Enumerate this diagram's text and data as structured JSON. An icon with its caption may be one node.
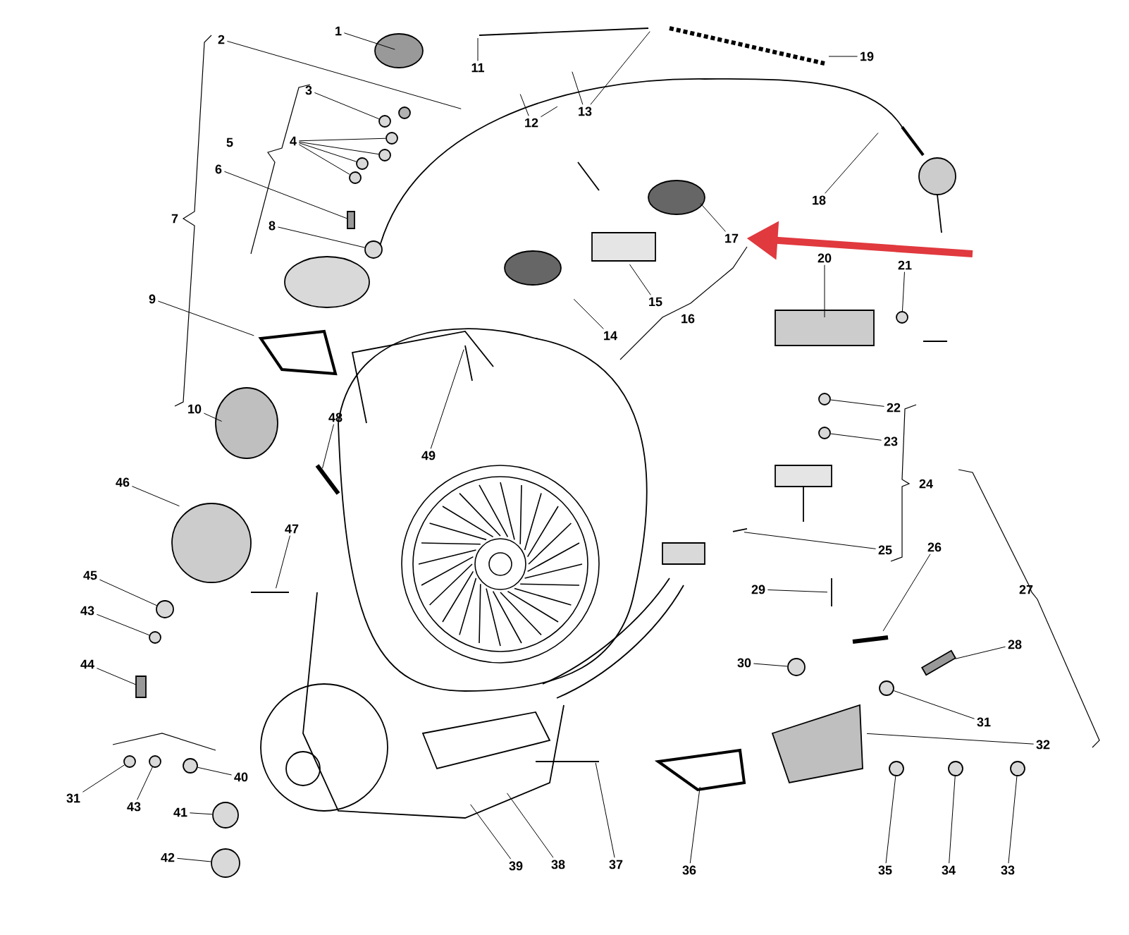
{
  "diagram": {
    "nodes": [
      {
        "text": [
          "1"
        ]
      },
      {
        "text": [
          "2"
        ]
      },
      {
        "text": [
          "3"
        ]
      },
      {
        "text": [
          "4"
        ]
      },
      {
        "text": [
          "5"
        ]
      },
      {
        "text": [
          "6"
        ]
      },
      {
        "text": [
          "7"
        ]
      },
      {
        "text": [
          "8"
        ]
      },
      {
        "text": [
          "9"
        ]
      },
      {
        "text": [
          "10"
        ]
      },
      {
        "text": [
          "11"
        ]
      },
      {
        "text": [
          "12"
        ]
      },
      {
        "text": [
          "13"
        ]
      },
      {
        "text": [
          "14"
        ]
      },
      {
        "text": [
          "15"
        ]
      },
      {
        "text": [
          "16"
        ]
      },
      {
        "text": [
          "17"
        ]
      },
      {
        "text": [
          "18"
        ]
      },
      {
        "text": [
          "19"
        ]
      },
      {
        "text": [
          "20"
        ]
      },
      {
        "text": [
          "21"
        ]
      },
      {
        "text": [
          "22"
        ]
      },
      {
        "text": [
          "23"
        ]
      },
      {
        "text": [
          "24"
        ]
      },
      {
        "text": [
          "25"
        ]
      },
      {
        "text": [
          "26"
        ]
      },
      {
        "text": [
          "27"
        ]
      },
      {
        "text": [
          "28"
        ]
      },
      {
        "text": [
          "29"
        ]
      },
      {
        "text": [
          "30"
        ]
      },
      {
        "text": [
          "31"
        ]
      },
      {
        "text": [
          "32"
        ]
      },
      {
        "text": [
          "33"
        ]
      },
      {
        "text": [
          "34"
        ]
      },
      {
        "text": [
          "35"
        ]
      },
      {
        "text": [
          "36"
        ]
      },
      {
        "text": [
          "37"
        ]
      },
      {
        "text": [
          "38"
        ]
      },
      {
        "text": [
          "39"
        ]
      },
      {
        "text": [
          "40"
        ]
      },
      {
        "text": [
          "41"
        ]
      },
      {
        "text": [
          "42"
        ]
      },
      {
        "text": [
          "43"
        ]
      },
      {
        "text": [
          "44"
        ]
      },
      {
        "text": [
          "45"
        ]
      },
      {
        "text": [
          "46"
        ]
      },
      {
        "text": [
          "47"
        ]
      },
      {
        "text": [
          "48"
        ]
      },
      {
        "text": [
          "49"
        ]
      },
      {
        "text": [
          "31"
        ]
      },
      {
        "text": [
          "43"
        ]
      },
      {
        "text": [],
        "shape": "circle"
      },
      {
        "text": [],
        "shape": "circle"
      },
      {
        "text": [],
        "shape": "circle"
      },
      {
        "text": [],
        "shape": "circle"
      },
      {
        "text": [],
        "shape": "circle"
      },
      {
        "text": [],
        "shape": "circle"
      },
      {
        "text": [],
        "shape": "circle"
      },
      {
        "text": [],
        "shape": "circle"
      },
      {
        "text": [],
        "shape": "circle"
      },
      {
        "text": [],
        "shape": "circle"
      },
      {
        "text": [],
        "shape": "circle"
      },
      {
        "text": [],
        "shape": "circle"
      },
      {
        "text": [],
        "shape": "circle"
      },
      {
        "text": [],
        "shape": "circle"
      },
      {
        "text": [],
        "shape": "circle"
      },
      {
        "text": [],
        "shape": "circle"
      },
      {
        "text": [],
        "shape": "circle"
      },
      {
        "text": [],
        "shape": "circle"
      },
      {
        "text": [],
        "shape": "circle"
      },
      {
        "text": [],
        "shape": "circle"
      },
      {
        "text": [],
        "shape": "circle"
      },
      {
        "text": [],
        "shape": "box"
      },
      {
        "text": [],
        "shape": "box"
      },
      {
        "text": [],
        "shape": "box"
      }
    ],
    "edges": [
      {
        "from": 0,
        "to": null,
        "arrow": "none"
      },
      {
        "from": 1,
        "to": null,
        "arrow": "none"
      },
      {
        "from": 2,
        "to": 51,
        "arrow": "none"
      },
      {
        "from": 3,
        "to": 52,
        "arrow": "none"
      },
      {
        "from": 3,
        "to": 53,
        "arrow": "none"
      },
      {
        "from": 3,
        "to": 54,
        "arrow": "none"
      },
      {
        "from": 3,
        "to": 55,
        "arrow": "none"
      },
      {
        "from": 5,
        "to": 72,
        "arrow": "none"
      },
      {
        "from": 7,
        "to": 56,
        "arrow": "none"
      },
      {
        "from": 8,
        "to": null,
        "arrow": "none"
      },
      {
        "from": 9,
        "to": null,
        "arrow": "none"
      },
      {
        "from": 10,
        "to": null,
        "arrow": "none"
      },
      {
        "from": 11,
        "to": null,
        "arrow": "none"
      },
      {
        "from": 11,
        "to": null,
        "arrow": "none"
      },
      {
        "from": 12,
        "to": null,
        "arrow": "none"
      },
      {
        "from": 12,
        "to": null,
        "arrow": "none"
      },
      {
        "from": 13,
        "to": null,
        "arrow": "none"
      },
      {
        "from": 14,
        "to": null,
        "arrow": "none"
      },
      {
        "from": 16,
        "to": null,
        "arrow": "none"
      },
      {
        "from": 17,
        "to": null,
        "arrow": "none"
      },
      {
        "from": 18,
        "to": null,
        "arrow": "none"
      },
      {
        "from": 19,
        "to": null,
        "arrow": "none"
      },
      {
        "from": 20,
        "to": 57,
        "arrow": "none"
      },
      {
        "from": 21,
        "to": 58,
        "arrow": "none"
      },
      {
        "from": 22,
        "to": 59,
        "arrow": "none"
      },
      {
        "from": 24,
        "to": null,
        "arrow": "none"
      },
      {
        "from": 25,
        "to": null,
        "arrow": "none"
      },
      {
        "from": 27,
        "to": 74,
        "arrow": "none"
      },
      {
        "from": 28,
        "to": null,
        "arrow": "none"
      },
      {
        "from": 29,
        "to": 60,
        "arrow": "none"
      },
      {
        "from": 30,
        "to": 61,
        "arrow": "none"
      },
      {
        "from": 31,
        "to": null,
        "arrow": "none"
      },
      {
        "from": 32,
        "to": 64,
        "arrow": "none"
      },
      {
        "from": 33,
        "to": 63,
        "arrow": "none"
      },
      {
        "from": 34,
        "to": 62,
        "arrow": "none"
      },
      {
        "from": 35,
        "to": null,
        "arrow": "none"
      },
      {
        "from": 36,
        "to": null,
        "arrow": "none"
      },
      {
        "from": 37,
        "to": null,
        "arrow": "none"
      },
      {
        "from": 38,
        "to": null,
        "arrow": "none"
      },
      {
        "from": 39,
        "to": 69,
        "arrow": "none"
      },
      {
        "from": 40,
        "to": 70,
        "arrow": "none"
      },
      {
        "from": 41,
        "to": 71,
        "arrow": "none"
      },
      {
        "from": 42,
        "to": 66,
        "arrow": "none"
      },
      {
        "from": 43,
        "to": 73,
        "arrow": "none"
      },
      {
        "from": 44,
        "to": 65,
        "arrow": "none"
      },
      {
        "from": 45,
        "to": null,
        "arrow": "none"
      },
      {
        "from": 46,
        "to": null,
        "arrow": "none"
      },
      {
        "from": 47,
        "to": null,
        "arrow": "none"
      },
      {
        "from": 48,
        "to": null,
        "arrow": "none"
      },
      {
        "from": 49,
        "to": 67,
        "arrow": "none"
      },
      {
        "from": 50,
        "to": 68,
        "arrow": "none"
      },
      {
        "from": null,
        "to": 16,
        "arrow": "to",
        "style": "thick",
        "color": "#e0393e"
      }
    ]
  }
}
